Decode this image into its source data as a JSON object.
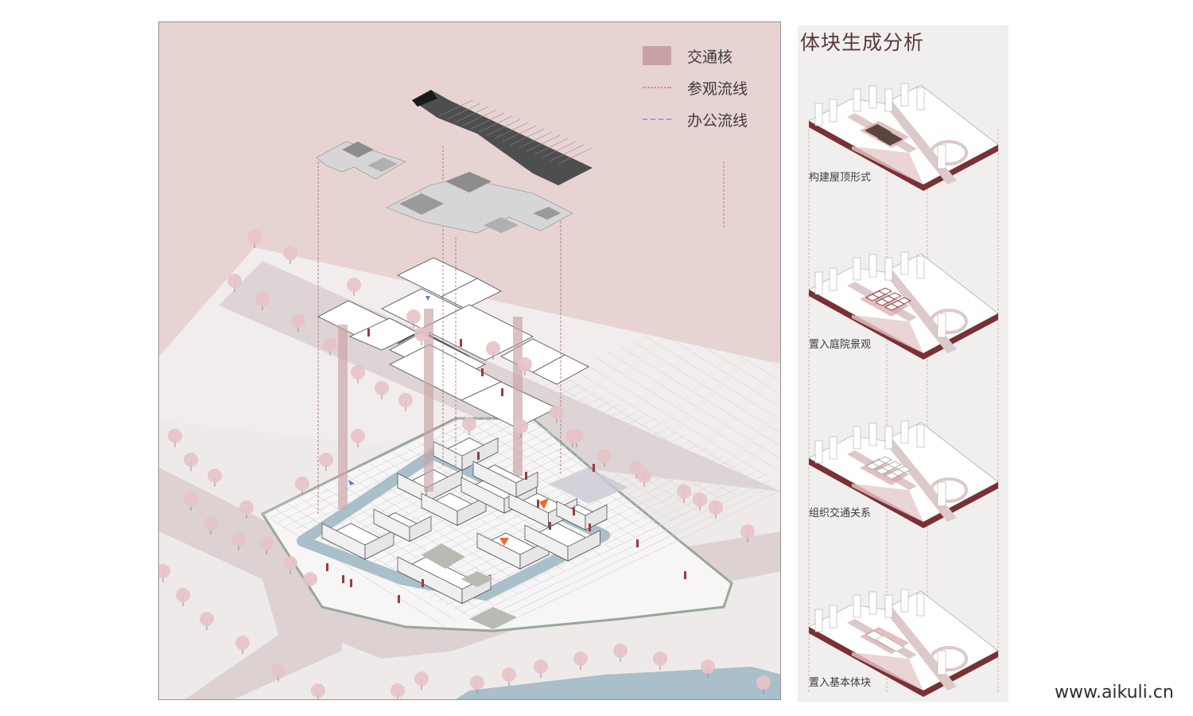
{
  "main_diagram": {
    "description": "Exploded axonometric of museum: roofs, upper floor, ground floor with courtyards and site",
    "legend": [
      {
        "key": "core",
        "label": "交通核",
        "color": "#c9a1a4",
        "style": "swatch"
      },
      {
        "key": "visit",
        "label": "参观流线",
        "color": "#e08a6a",
        "style": "dotted"
      },
      {
        "key": "office",
        "label": "办公流线",
        "color": "#8ea3cf",
        "style": "dashed"
      }
    ],
    "layers": [
      "roof-dark",
      "roof-light-left",
      "roof-light-center",
      "upper-floor-plan",
      "ground-floor-site"
    ],
    "colors": {
      "background_pink": "#e8d3d3",
      "ground_white": "#f2eeee",
      "road": "#ddd1d2",
      "water": "#a9bfca",
      "core_column": "#c9a1a4",
      "roof_dark": "#4e4e4e",
      "roof_light": "#d6d6d6",
      "tree": "#e7c3c6",
      "person": "#9b3b3b",
      "marker_orange": "#f06a2a"
    }
  },
  "side_panel": {
    "title": "体块生成分析",
    "steps": [
      {
        "caption": "构建屋顶形式",
        "variant": "roof"
      },
      {
        "caption": "置入庭院景观",
        "variant": "courtyard"
      },
      {
        "caption": "组织交通关系",
        "variant": "circulation"
      },
      {
        "caption": "置入基本体块",
        "variant": "massing"
      }
    ],
    "colors": {
      "slab_edge": "#7a3034",
      "site_pink": "#e6c9c9",
      "road_band": "#dcc9ca",
      "plot": "#d9a4a4",
      "roof_dark": "#5a4540"
    }
  },
  "watermark": "www.aikuli.cn"
}
